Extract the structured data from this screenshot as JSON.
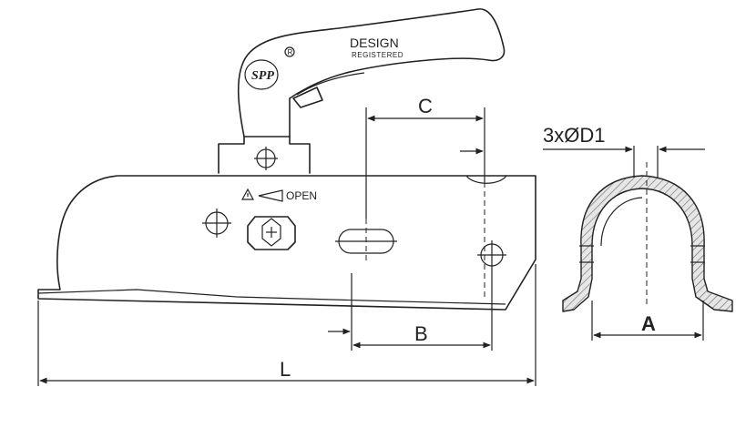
{
  "labels": {
    "design": "DESIGN",
    "registered": "REGISTERED",
    "logo": "SPP",
    "trademark": "R",
    "warning": "⚠",
    "open": "OPEN",
    "dim_c": "C",
    "dim_b": "B",
    "dim_l": "L",
    "dim_a": "A",
    "dim_d1": "3xØD1"
  },
  "icons": {
    "warning": "warning-triangle-icon",
    "open_arrow": "wedge-arrow-icon"
  }
}
